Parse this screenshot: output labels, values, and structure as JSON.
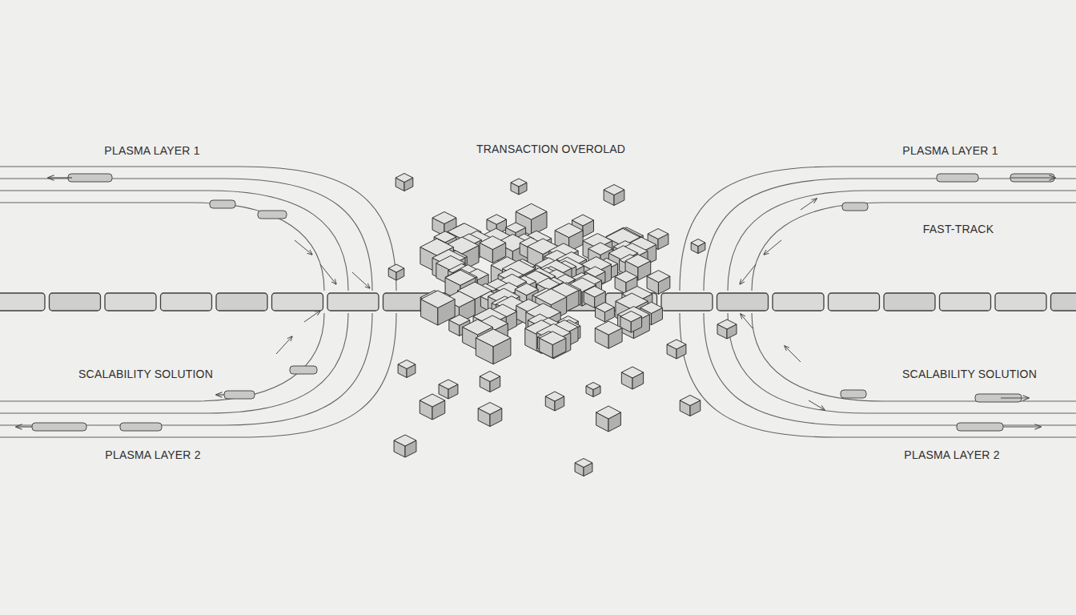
{
  "diagram": {
    "labels": [
      "PLASMA LAYER 1",
      "TRANSACTION OVEROLAD",
      "PLASMA LAYER 1",
      "FAST-TRACK",
      "SCALABILITY SOLUTION",
      "SCALABILITY SOLUTION",
      "PLASMA LAYER 2",
      "PLASMA LAYER 2"
    ]
  }
}
